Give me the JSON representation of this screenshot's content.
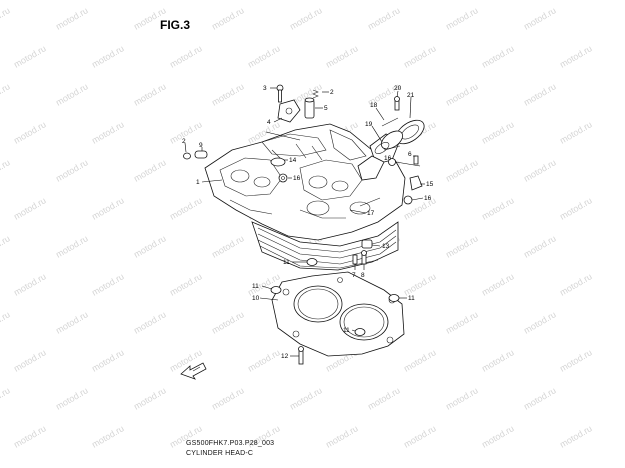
{
  "figure": {
    "title": "FIG.3",
    "code": "GS500FHK7.P03.P28_003",
    "name": "CYLINDER HEAD-C"
  },
  "watermark": {
    "text": "motod.ru"
  },
  "callouts": [
    {
      "id": "c3",
      "label": "3"
    },
    {
      "id": "c2a",
      "label": "2"
    },
    {
      "id": "c5",
      "label": "5"
    },
    {
      "id": "c4",
      "label": "4"
    },
    {
      "id": "c2b",
      "label": "2"
    },
    {
      "id": "c9",
      "label": "9"
    },
    {
      "id": "c14",
      "label": "14"
    },
    {
      "id": "c16a",
      "label": "16"
    },
    {
      "id": "c1",
      "label": "1"
    },
    {
      "id": "c18",
      "label": "18"
    },
    {
      "id": "c20",
      "label": "20"
    },
    {
      "id": "c21",
      "label": "21"
    },
    {
      "id": "c19",
      "label": "19"
    },
    {
      "id": "c6",
      "label": "6"
    },
    {
      "id": "c16b",
      "label": "16"
    },
    {
      "id": "c15",
      "label": "15"
    },
    {
      "id": "c16c",
      "label": "16"
    },
    {
      "id": "c17",
      "label": "17"
    },
    {
      "id": "c13",
      "label": "13"
    },
    {
      "id": "c7",
      "label": "7"
    },
    {
      "id": "c8",
      "label": "8"
    },
    {
      "id": "c11a",
      "label": "11"
    },
    {
      "id": "c11b",
      "label": "11"
    },
    {
      "id": "c10",
      "label": "10"
    },
    {
      "id": "c11c",
      "label": "11"
    },
    {
      "id": "c11d",
      "label": "11"
    },
    {
      "id": "c12",
      "label": "12"
    }
  ],
  "colors": {
    "ink": "#000000",
    "watermark": "#d6d6d6",
    "background": "#ffffff"
  },
  "icons": {
    "direction_arrow": "front-direction-arrow-icon"
  }
}
